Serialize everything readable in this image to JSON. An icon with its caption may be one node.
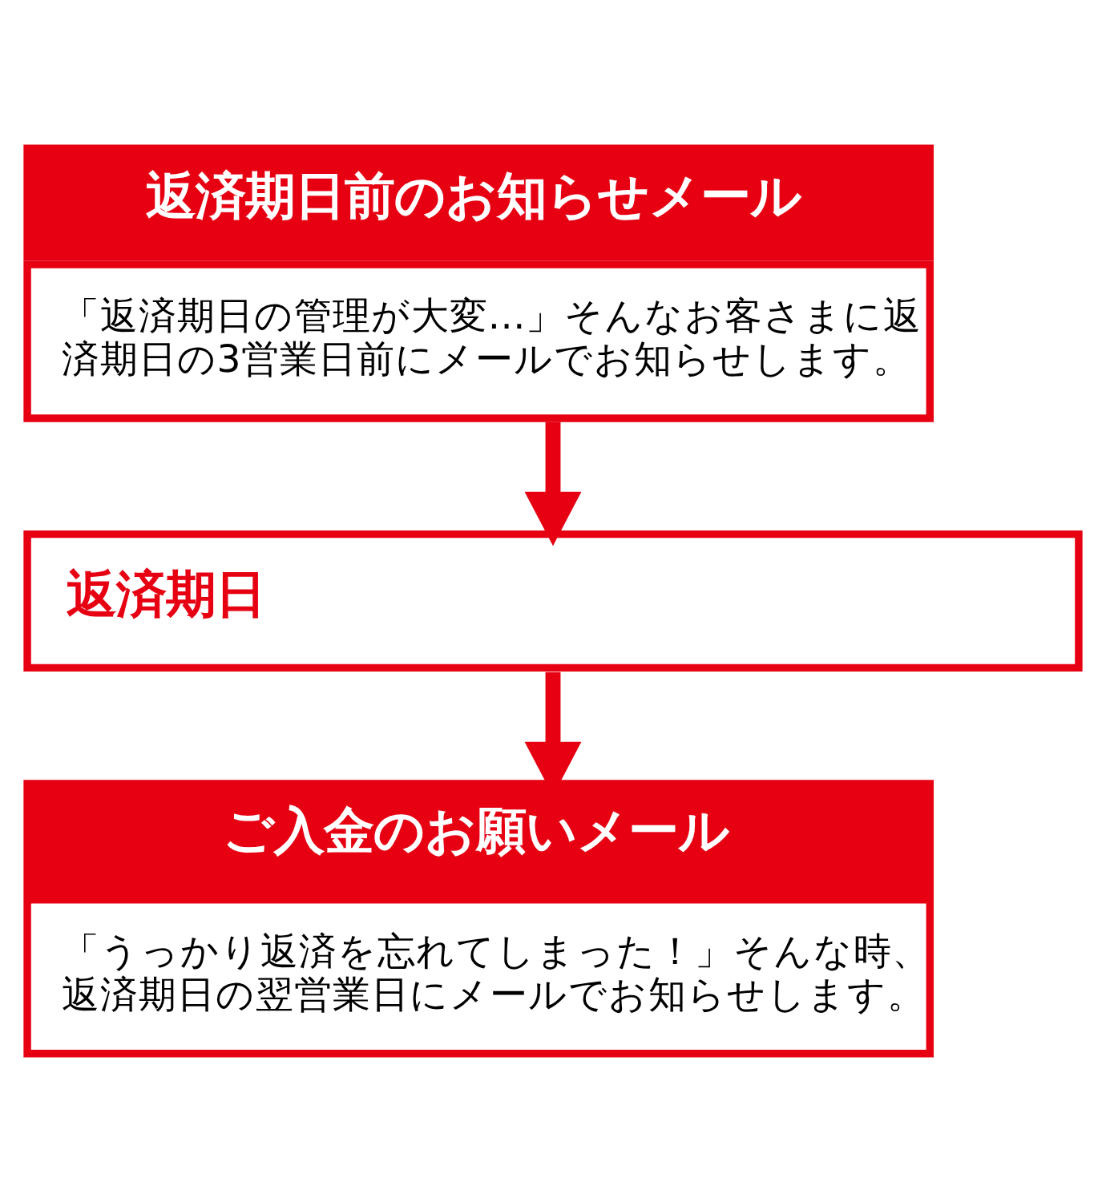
{
  "diagram": {
    "nodes": [
      {
        "text": [
          "返済期日前のお知らせメール",
          "「返済期日の管理が大変…」そんなお客さまに返済期日の3営業日前にメールでお知らせします。"
        ]
      },
      {
        "text": [
          "返済期日"
        ]
      },
      {
        "text": [
          "ご入金のお願いメール",
          "「うっかり返済を忘れてしまった！」そんな時、返済期日の翌営業日にメールでお知らせします。"
        ]
      }
    ],
    "edges": [
      {
        "from": 0,
        "to": 1,
        "arrow": "to"
      },
      {
        "from": 1,
        "to": 2,
        "arrow": "to"
      }
    ]
  }
}
